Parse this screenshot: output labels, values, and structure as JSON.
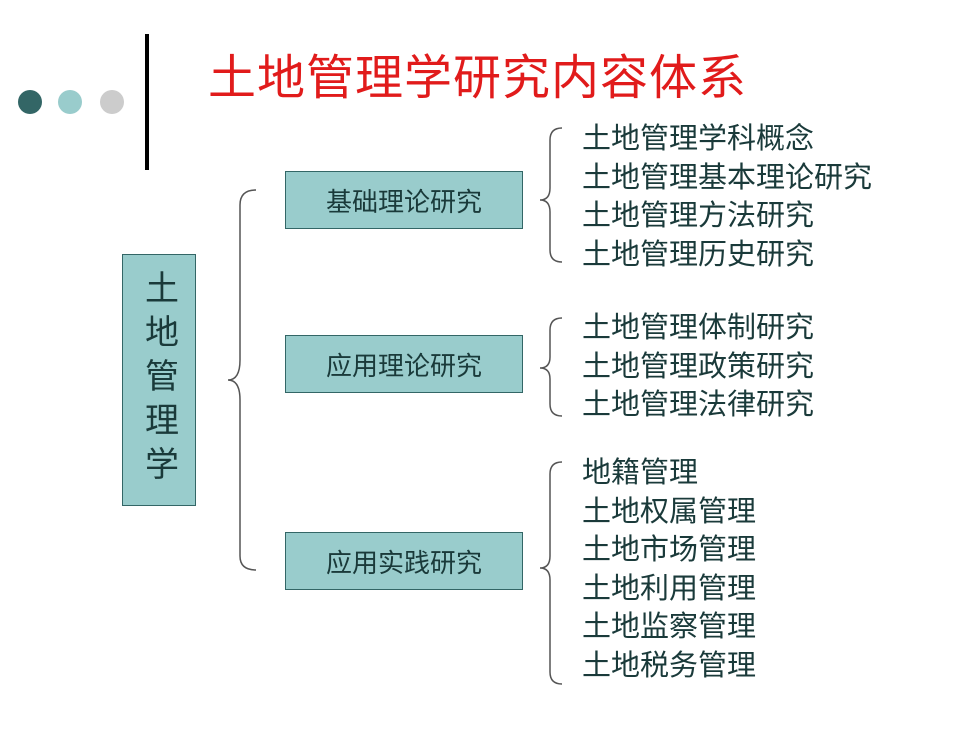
{
  "colors": {
    "title": "#e11b1b",
    "box_fill": "#99cccc",
    "box_border": "#336666",
    "text": "#1a3a3a",
    "dot_dark": "#336666",
    "dot_mid": "#99cccc",
    "dot_light": "#cccccc"
  },
  "title": "土地管理学研究内容体系",
  "root": {
    "label": "土地管理学"
  },
  "categories": [
    {
      "label": "基础理论研究",
      "items": [
        "土地管理学科概念",
        "土地管理基本理论研究",
        "土地管理方法研究",
        "土地管理历史研究"
      ]
    },
    {
      "label": "应用理论研究",
      "items": [
        "土地管理体制研究",
        "土地管理政策研究",
        "土地管理法律研究"
      ]
    },
    {
      "label": "应用实践研究",
      "items": [
        "地籍管理",
        "土地权属管理",
        "土地市场管理",
        "土地利用管理",
        "土地监察管理",
        "土地税务管理"
      ]
    }
  ]
}
